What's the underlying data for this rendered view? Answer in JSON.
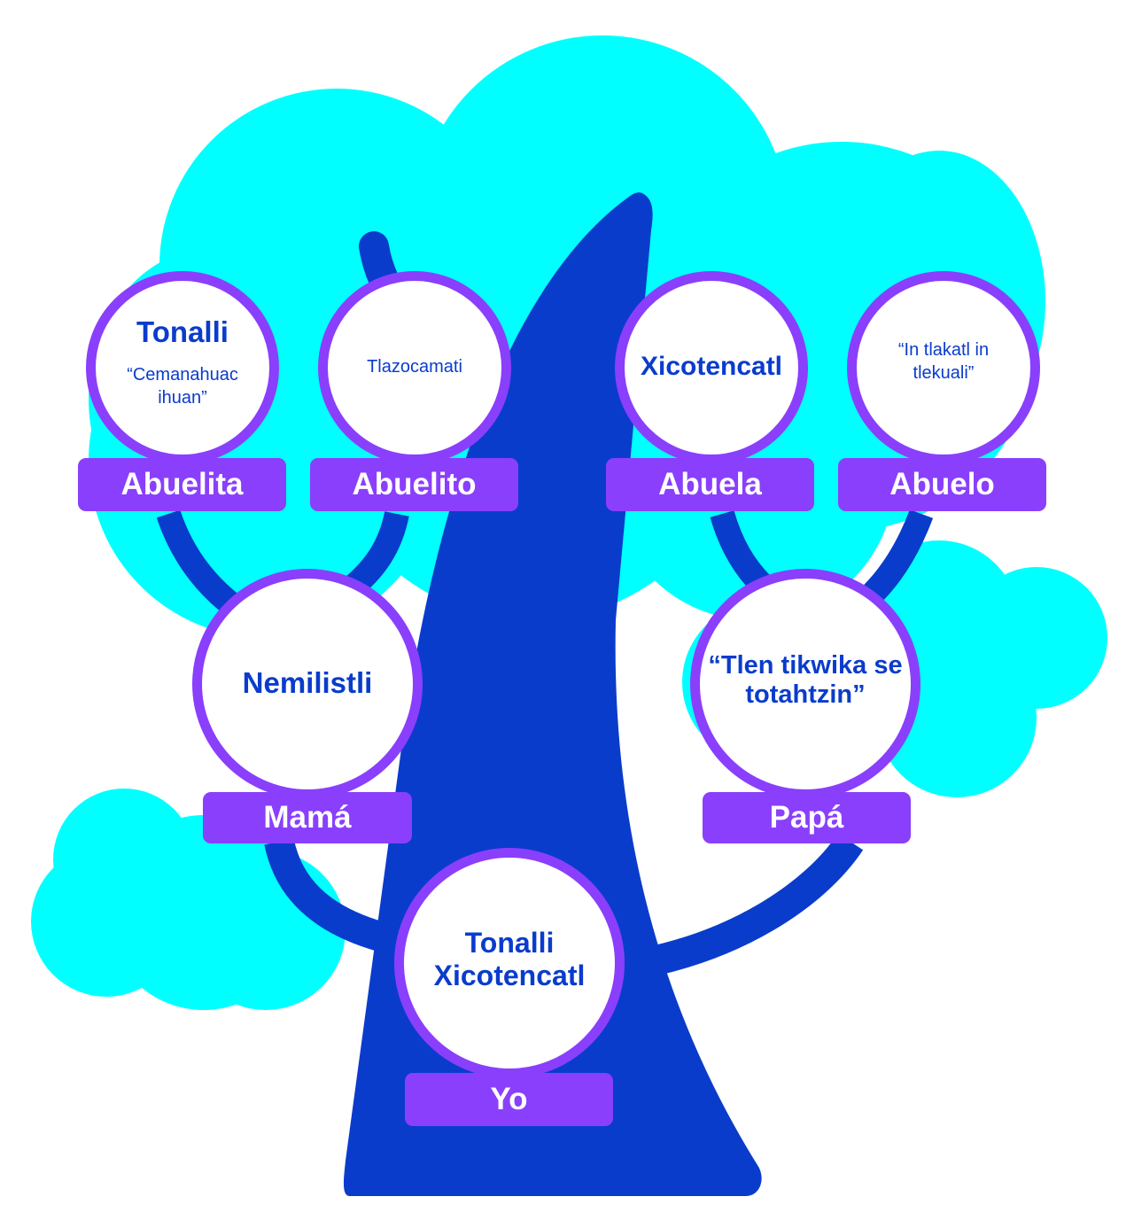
{
  "diagram": {
    "type": "family-tree",
    "colors": {
      "foliage": "#00ffff",
      "trunk": "#0a3ccc",
      "node_border": "#8a3ffc",
      "tag_fill": "#8a3ffc",
      "name_text": "#0a3ccc",
      "tag_text": "#ffffff"
    },
    "members": {
      "abuelita": {
        "role": "Abuelita",
        "name": "Tonalli",
        "quote": "“Cemanahuac ihuan”"
      },
      "abuelito": {
        "role": "Abuelito",
        "name": "",
        "quote": "Tlazocamati"
      },
      "abuela": {
        "role": "Abuela",
        "name": "Xicotencatl",
        "quote": ""
      },
      "abuelo": {
        "role": "Abuelo",
        "name": "",
        "quote": "“In tlakatl in tlekuali”"
      },
      "mama": {
        "role": "Mamá",
        "name": "Nemilistli",
        "quote": ""
      },
      "papa": {
        "role": "Papá",
        "name": "“Tlen tikwika se totahtzin”",
        "quote": ""
      },
      "yo": {
        "role": "Yo",
        "name": "Tonalli Xicotencatl",
        "quote": ""
      }
    },
    "connections": [
      [
        "abuelita",
        "mama"
      ],
      [
        "abuelito",
        "mama"
      ],
      [
        "abuela",
        "papa"
      ],
      [
        "abuelo",
        "papa"
      ],
      [
        "mama",
        "yo"
      ],
      [
        "papa",
        "yo"
      ]
    ]
  }
}
